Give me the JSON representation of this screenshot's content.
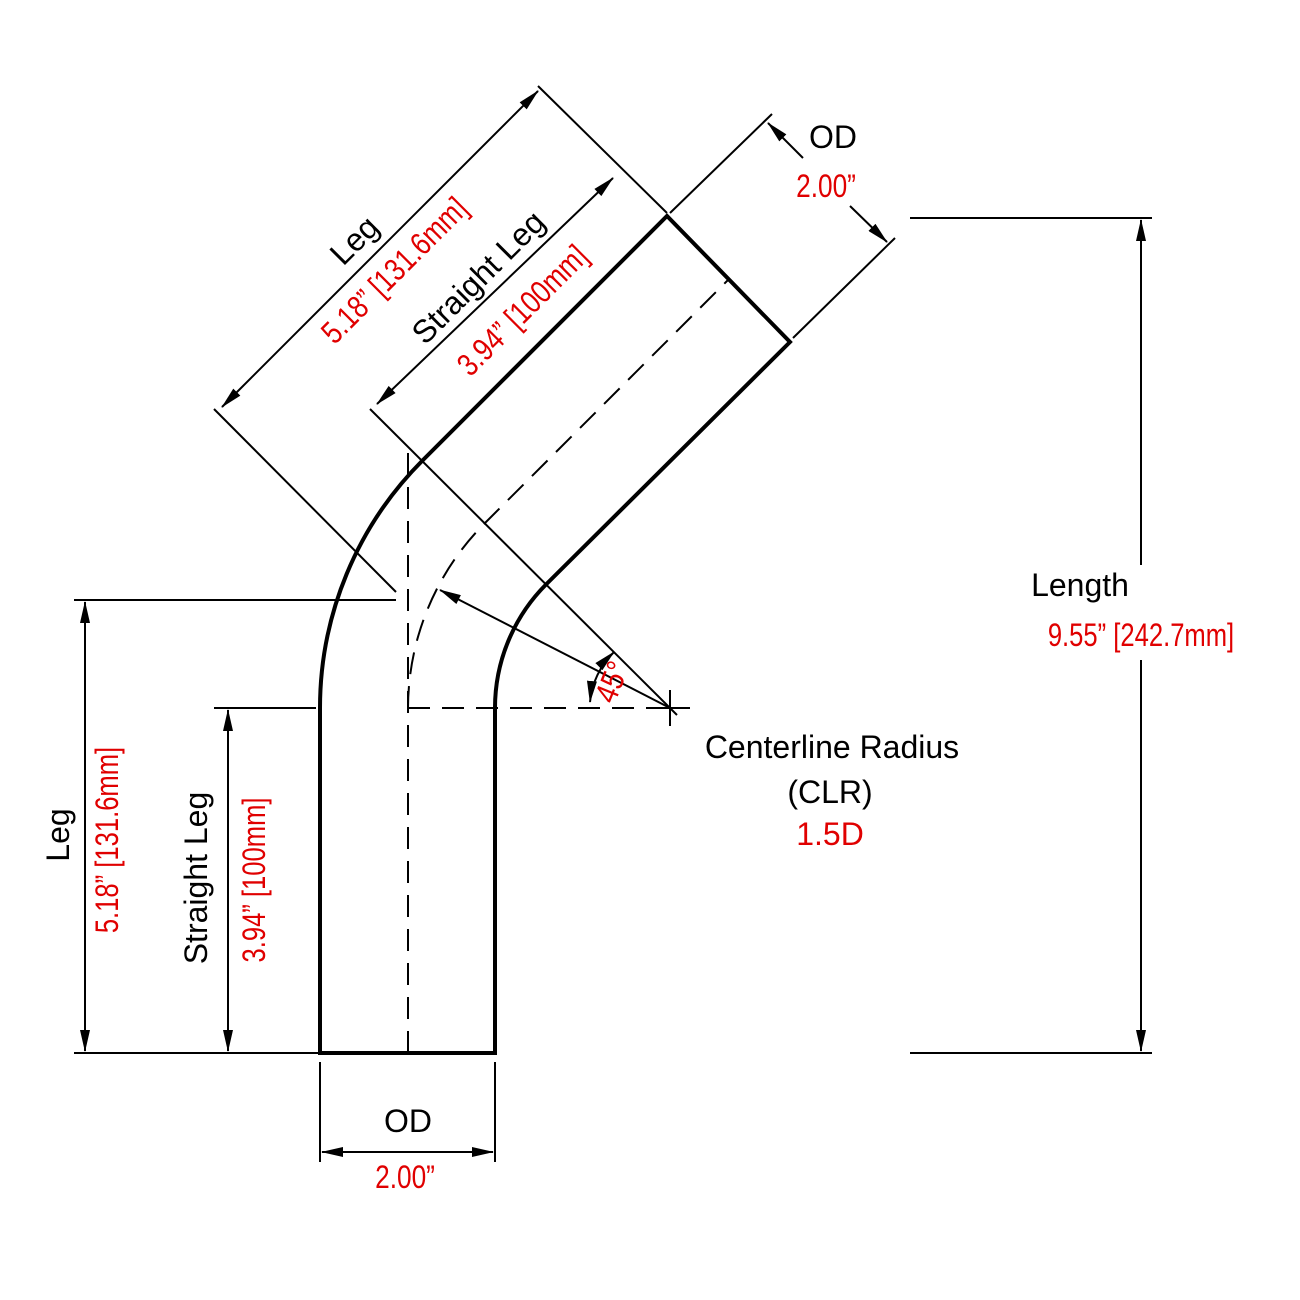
{
  "labels": {
    "top_leg": "Leg",
    "top_leg_value": "5.18” [131.6mm]",
    "top_straight_leg": "Straight Leg",
    "top_straight_leg_value": "3.94” [100mm]",
    "top_od": "OD",
    "top_od_value": "2.00”",
    "length": "Length",
    "length_value": "9.55” [242.7mm]",
    "clr_title": "Centerline Radius",
    "clr_abbr": "(CLR)",
    "clr_value": "1.5D",
    "angle": "45°",
    "left_leg": "Leg",
    "left_leg_value": "5.18” [131.6mm]",
    "left_straight_leg": "Straight Leg",
    "left_straight_leg_value": "3.94” [100mm]",
    "bottom_od": "OD",
    "bottom_od_value": "2.00”"
  },
  "colors": {
    "dimension_value": "#e00000",
    "line": "#000000"
  }
}
